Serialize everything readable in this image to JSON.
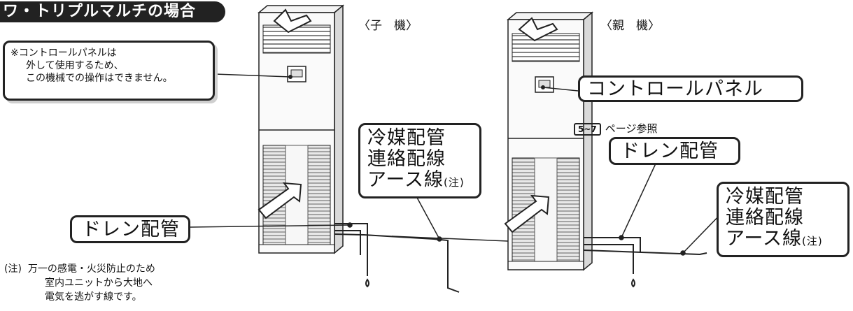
{
  "header": {
    "title": "ワ・トリプルマルチの場合"
  },
  "units": {
    "child": "〈子　機〉",
    "parent": "〈親　機〉"
  },
  "note_box": {
    "lines": [
      "※コントロールパネルは",
      "外して使用するため、",
      "この機械での操作はできません。"
    ]
  },
  "callouts": {
    "control_panel": "コントロールパネル",
    "page_ref_pages": "5~7",
    "page_ref_text": "ページ参照",
    "drain_left": "ドレン配管",
    "drain_right": "ドレン配管",
    "pipes_center": {
      "line1": "冷媒配管",
      "line2": "連絡配線",
      "line3": "アース線",
      "note": "(注)"
    },
    "pipes_right": {
      "line1": "冷媒配管",
      "line2": "連絡配線",
      "line3": "アース線",
      "note": "(注)"
    }
  },
  "footnote": {
    "marker": "(注)",
    "lines": [
      "万一の感電・火災防止のため",
      "室内ユニットから大地へ",
      "電気を逃がす線です。"
    ]
  }
}
